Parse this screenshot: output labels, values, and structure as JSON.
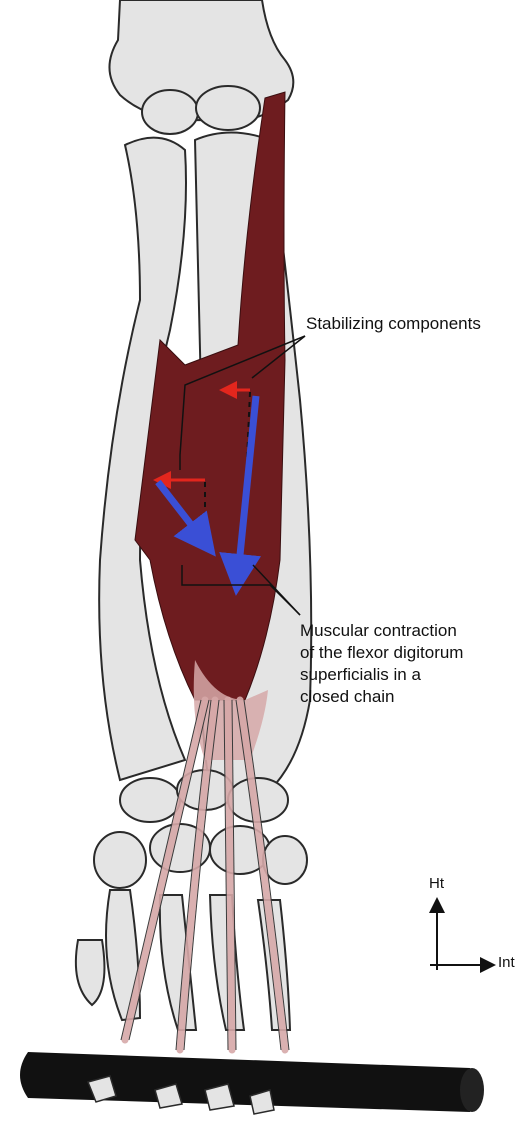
{
  "labels": {
    "stabilizing": "Stabilizing components",
    "muscular_lines": [
      "Muscular contraction",
      "of the flexor digitorum",
      "superficialis in a",
      "closed chain"
    ],
    "axis_vertical": "Ht",
    "axis_horizontal": "Int"
  },
  "colors": {
    "bone_fill": "#e4e4e4",
    "bone_outline": "#2a2a2a",
    "muscle": "#6e1c1f",
    "tendon": "#d6a8a8",
    "force_arrow": "#3a4fd6",
    "stabilizing_arrow": "#e3261d",
    "bar": "#111111"
  }
}
